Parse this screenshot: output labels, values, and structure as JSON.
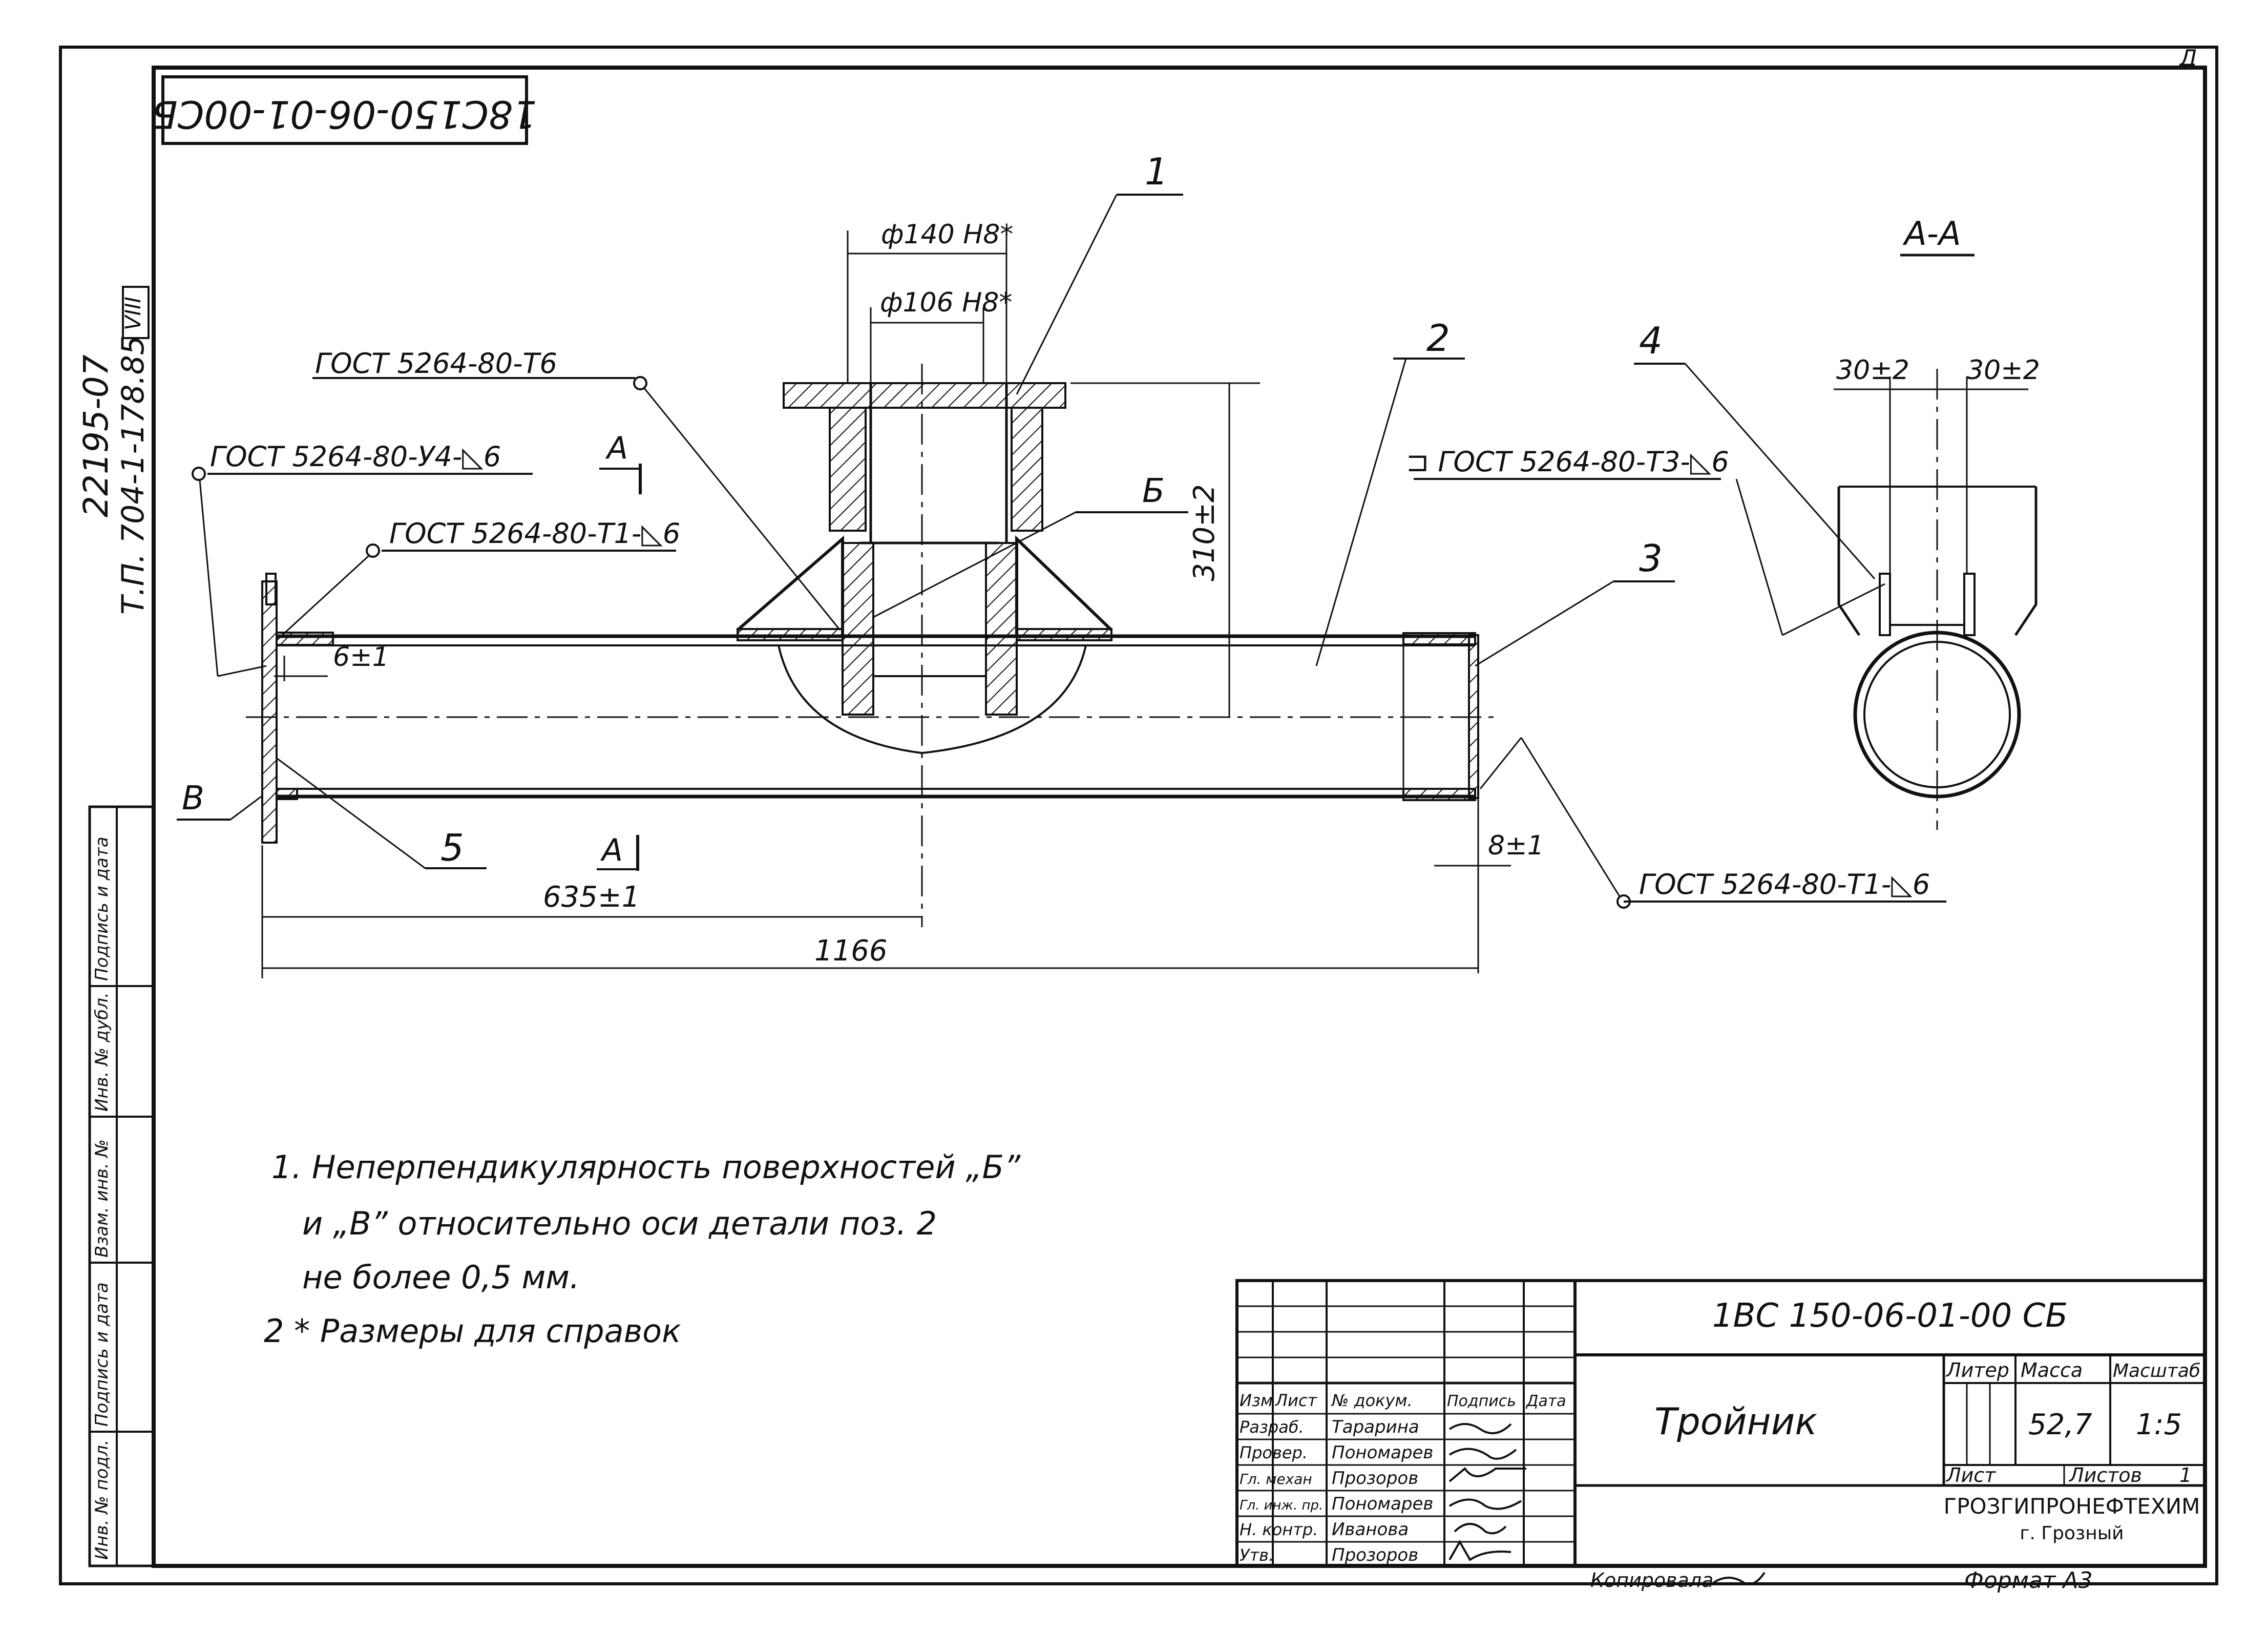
{
  "sheet": {
    "corner_code": "18C150-06-01-00СБ",
    "top_right_mark": "Д"
  },
  "margin": {
    "reference_line1": "22195-07",
    "reference_line2": "Т.П. 704-1-178.85",
    "reference_volume": "VIII",
    "stamp_columns": [
      "Инв. № подл.",
      "Подпись и дата",
      "Взам. инв. №",
      "Инв. № дубл.",
      "Подпись и дата"
    ]
  },
  "drawing": {
    "weld_labels": [
      "ГОСТ 5264-80-Т6",
      "ГОСТ 5264-80-У4-◺6",
      "ГОСТ 5264-80-Т1-◺6",
      "⊐ ГОСТ 5264-80-Т3-◺6",
      "ГОСТ 5264-80-Т1-◺6"
    ],
    "position_labels": [
      "1",
      "2",
      "3",
      "4",
      "5"
    ],
    "surface_labels": [
      "Б",
      "В"
    ],
    "section_mark": "А",
    "section_title": "А-А",
    "dimensions": {
      "outer_diameter": "ф140 Н8*",
      "inner_diameter": "ф106 Н8*",
      "height": "310±2",
      "gap_left": "6±1",
      "gap_right": "8±1",
      "axis_length": "635±1",
      "total_length": "1166",
      "offset_left": "30±2",
      "offset_right": "30±2"
    }
  },
  "notes": [
    "1. Неперпендикулярность поверхностей „Б”",
    "и „В” относительно оси детали поз. 2",
    "не более 0,5 мм.",
    "2 * Размеры для справок"
  ],
  "title_block": {
    "designation": "1ВС 150-06-01-00 СБ",
    "name": "Тройник",
    "headers": [
      "Изм",
      "Лист",
      "№ докум.",
      "Подпись",
      "Дата"
    ],
    "rows": [
      {
        "role": "Разраб.",
        "name": "Тарарина"
      },
      {
        "role": "Провер.",
        "name": "Пономарев"
      },
      {
        "role": "Гл. механ",
        "name": "Прозоров"
      },
      {
        "role": "Гл. инж. пр.",
        "name": "Пономарев"
      },
      {
        "role": "Н. контр.",
        "name": "Иванова"
      },
      {
        "role": "Утв.",
        "name": "Прозоров"
      }
    ],
    "litera_label": "Литер",
    "mass_label": "Масса",
    "scale_label": "Масштаб",
    "mass": "52,7",
    "scale": "1:5",
    "sheet_label": "Лист",
    "sheets_label": "Листов",
    "sheets_value": "1",
    "organization": "ГРОЗГИПРОНЕФТЕХИМ",
    "city": "г. Грозный"
  },
  "footer": {
    "copied": "Копировала",
    "format": "Формат А3"
  }
}
